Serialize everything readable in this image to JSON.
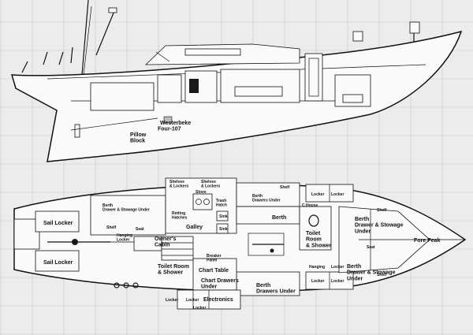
{
  "diagram": {
    "profile_labels": {
      "pillow_block": "Pillow\nBlock",
      "westerbeke": "Westerbeke\nFour-107"
    },
    "plan_labels": {
      "shelves_lockers_1": "Shelves\n& Lockers",
      "shelves_lockers_2": "Shelves\n& Lockers",
      "berth_drawers_under_top": "Berth\nDrawers Under",
      "berth_drawer_stowage_left": "Berth\nDrawer & Stowage Under",
      "stove": "Stove",
      "trash_hatch": "Trash\nHatch",
      "retting_hatches": "Retting\nHatches",
      "sink": "Sink",
      "sink2": "Sink",
      "galley": "Galley",
      "sail_locker_top": "Sail Locker",
      "sail_locker_bottom": "Sail Locker",
      "shelf_left": "Shelf",
      "seat_left": "Seat",
      "hanging_locker_left": "Hanging\nLocker",
      "owners_cabin": "Owner's\nCabin",
      "berth_center": "Berth",
      "shelf_top_right": "Shelf",
      "locker_1": "Locker",
      "locker_2": "Locker",
      "c_house": "C.House",
      "toilet_room_shower_right": "Toilet\nRoom\n& Shower",
      "berth_drawer_stowage_right_top": "Berth\nDrawer & Stowage\nUnder",
      "shelf_right": "Shelf",
      "fore_peak": "Fore Peak",
      "seat_right": "Seat",
      "berth_drawer_stowage_right_bottom": "Berth\nDrawer & Stowage\nUnder",
      "shelf_bottom_right": "Shelf",
      "toilet_room_shower_left": "Toilet Room\n& Shower",
      "breaker_panel": "Breaker\nPanel",
      "chart_table": "Chart Table",
      "chart_drawers_under": "Chart Drawers\nUnder",
      "berth_drawers_under_bottom": "Berth\nDrawers Under",
      "hanging": "Hanging",
      "locker_3": "Locker",
      "locker_4": "Locker",
      "locker_5": "Locker",
      "locker_6": "Locker",
      "locker_7": "Locker",
      "electronics": "Electronics",
      "locker_8": "Locker"
    }
  }
}
